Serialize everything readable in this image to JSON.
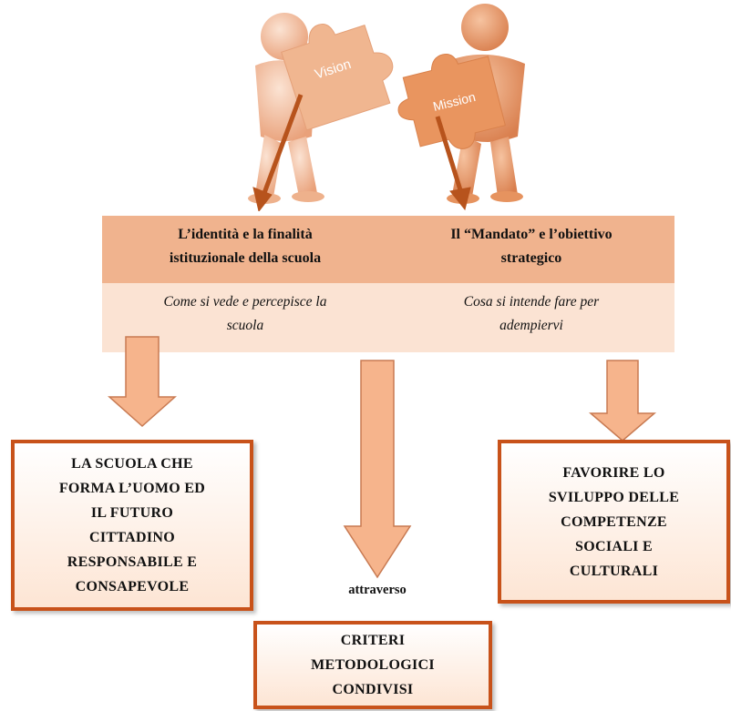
{
  "figure": {
    "left_piece_label": "Vision",
    "right_piece_label": "Mission",
    "colors": {
      "figure": "#ecaa80",
      "pointer": "#b7531c"
    }
  },
  "header": {
    "col1_title_line1": "L’identità e la finalità",
    "col1_title_line2": "istituzionale della scuola",
    "col2_title_line1": "Il “Mandato” e l’obiettivo",
    "col2_title_line2": "strategico",
    "col1_sub_line1": "Come si vede e percepisce la",
    "col1_sub_line2": "scuola",
    "col2_sub_line1": "Cosa si intende fare per",
    "col2_sub_line2": "adempiervi"
  },
  "boxes": {
    "left": [
      "LA SCUOLA CHE",
      "FORMA L’UOMO ED",
      "IL FUTURO",
      "CITTADINO",
      "RESPONSABILE E",
      "CONSAPEVOLE"
    ],
    "right": [
      "FAVORIRE LO",
      "SVILUPPO DELLE",
      "COMPETENZE",
      "SOCIALI E",
      "CULTURALI"
    ],
    "bottom": [
      "CRITERI",
      "METODOLOGICI",
      "CONDIVISI"
    ]
  },
  "connector_label": "attraverso",
  "colors": {
    "header_row": "#f0b38e",
    "sub_row": "#fbe3d3",
    "box_border": "#c8521a",
    "block_arrow_fill": "#f6b48c",
    "block_arrow_stroke": "#c87a52"
  }
}
